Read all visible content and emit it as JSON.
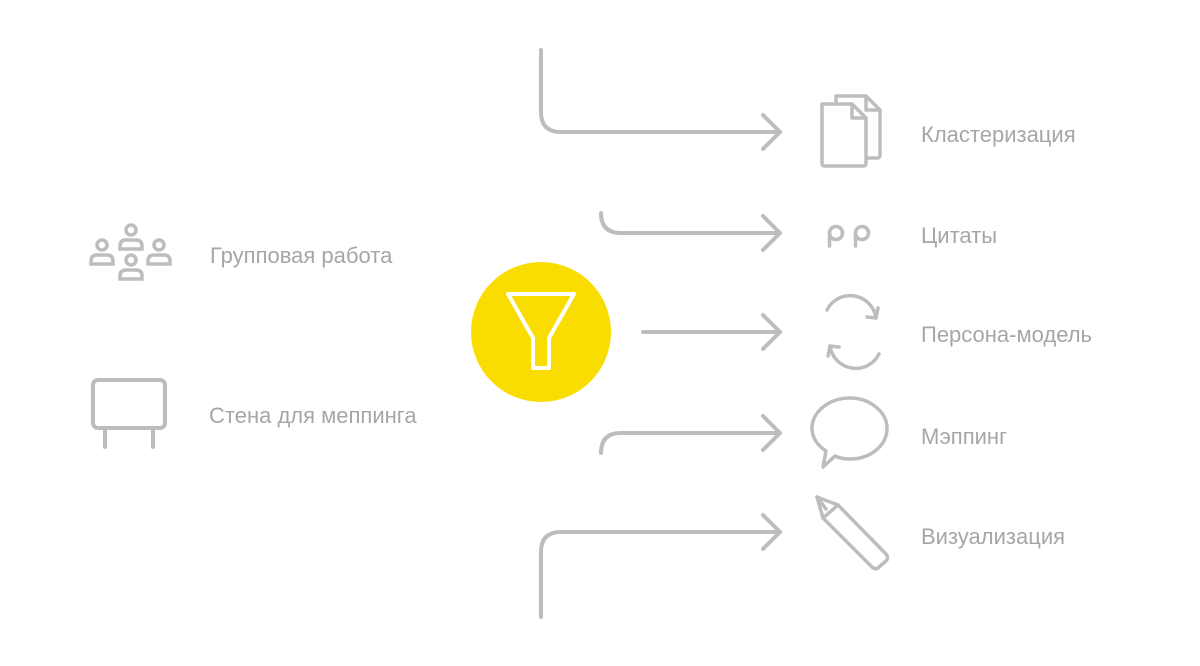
{
  "colors": {
    "line": "#bdbdbd",
    "icon": "#bdbdbd",
    "text": "#a6a6a6",
    "accent": "#fadd00",
    "filter_icon": "#ffffff"
  },
  "inputs": [
    {
      "label": "Групповая работа",
      "icon": "people-group-icon"
    },
    {
      "label": "Стена для меппинга",
      "icon": "board-icon"
    }
  ],
  "center": {
    "icon": "funnel-filter-icon"
  },
  "outputs": [
    {
      "label": "Кластеризация",
      "icon": "documents-icon"
    },
    {
      "label": "Цитаты",
      "icon": "quote-marks-icon"
    },
    {
      "label": "Персона-модель",
      "icon": "refresh-cycle-icon"
    },
    {
      "label": "Мэппинг",
      "icon": "speech-bubble-icon"
    },
    {
      "label": "Визуализация",
      "icon": "pencil-icon"
    }
  ]
}
